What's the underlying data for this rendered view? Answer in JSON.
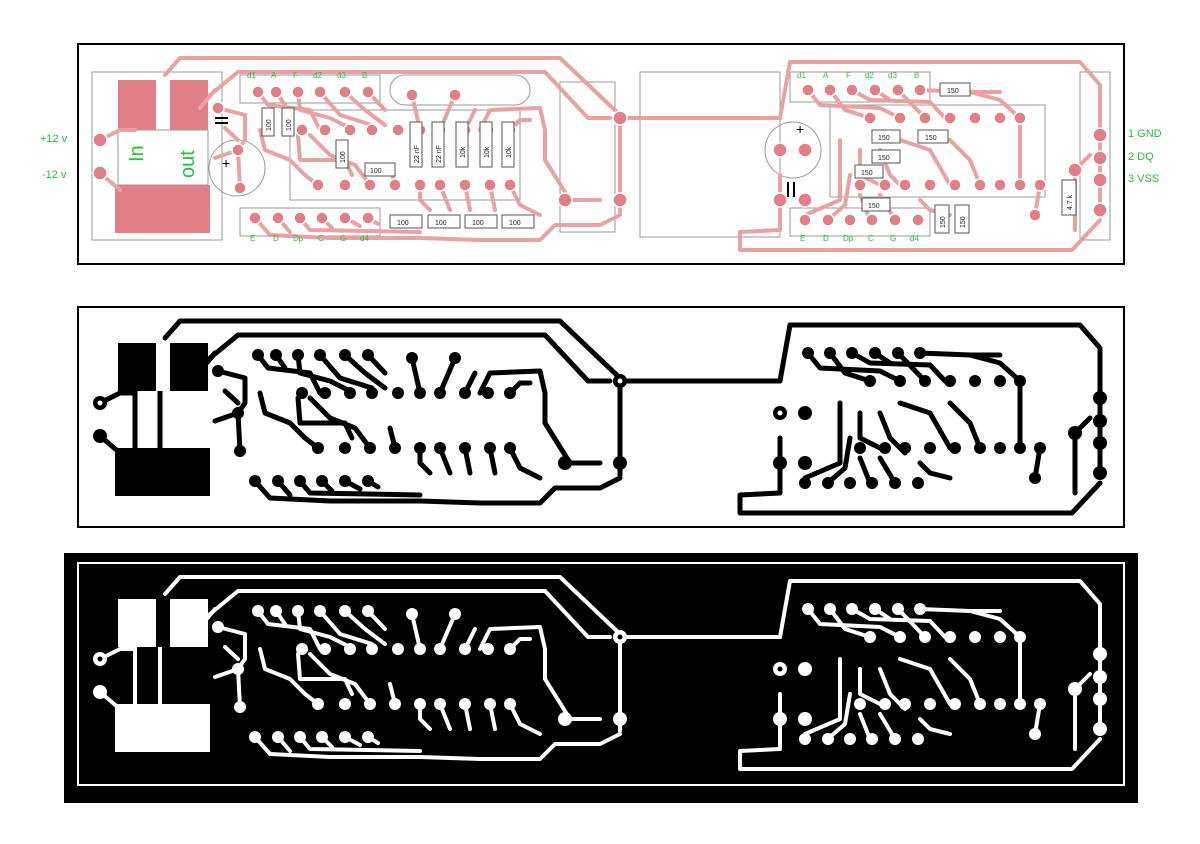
{
  "panels": [
    {
      "id": "silkscreen-overlay",
      "style": "pink-traces-on-white"
    },
    {
      "id": "copper-black",
      "style": "black-traces-on-white"
    },
    {
      "id": "copper-inverted",
      "style": "white-traces-on-black"
    }
  ],
  "colors": {
    "trace_pink": "#e8a2a2",
    "pad_pink": "#e07f85",
    "label_green": "#2bbd3a",
    "outline_gray": "#9a9a9a",
    "black": "#000000",
    "white": "#ffffff"
  },
  "power_labels": {
    "plus": "+12 v",
    "minus": "-12 v"
  },
  "regulator": {
    "in": "In",
    "out": "out"
  },
  "connector_pins": [
    "1 GND",
    "2 DQ",
    "3 VSS"
  ],
  "display_left": {
    "top": [
      "d1",
      "A",
      "F",
      "d2",
      "d3",
      "B"
    ],
    "bottom": [
      "E",
      "D",
      "Dp",
      "C",
      "G",
      "d4"
    ]
  },
  "display_right": {
    "top": [
      "d1",
      "A",
      "F",
      "d2",
      "d3",
      "B"
    ],
    "bottom": [
      "E",
      "D",
      "Dp",
      "C",
      "G",
      "d4"
    ]
  },
  "resistors_left": {
    "vertical_a": "100",
    "vertical_b": "100",
    "mid_vertical": "100",
    "mid_horizontal": "100",
    "bottom": [
      "100",
      "100",
      "100",
      "100"
    ],
    "caps": [
      "22 nF",
      "22 nF"
    ],
    "ten_k": [
      "10k",
      "10k",
      "10k"
    ]
  },
  "resistors_right": {
    "top": "150",
    "r1": "150",
    "r2": "150",
    "r3": "150",
    "r4": "150",
    "r5": "150",
    "v1": "150",
    "v2": "150",
    "pullup": "4.7 k"
  }
}
